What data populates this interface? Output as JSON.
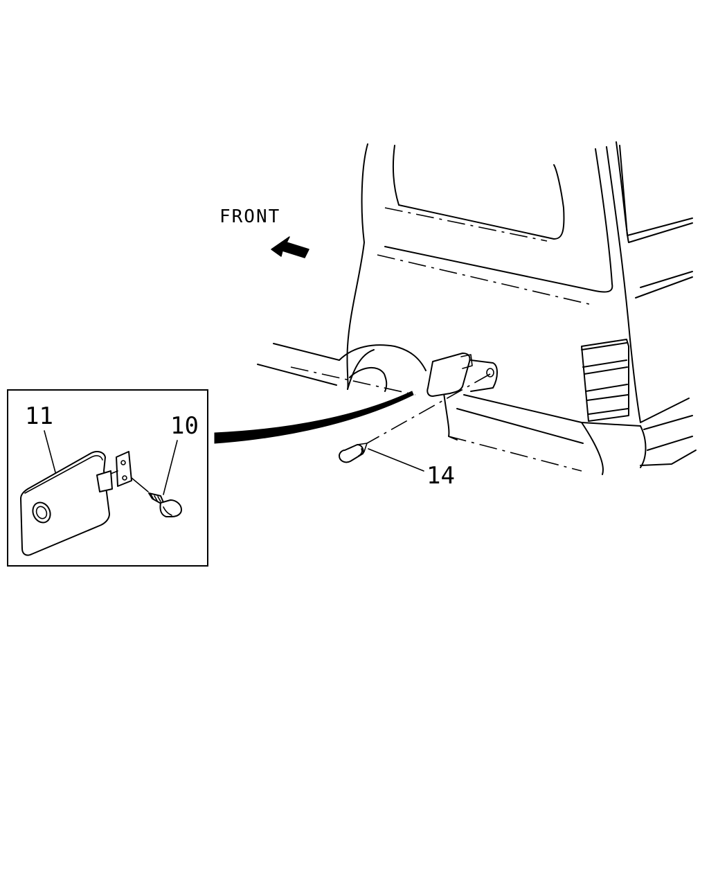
{
  "diagram": {
    "direction_label": "FRONT",
    "callouts": [
      {
        "id": "11",
        "part": "fuel-lid"
      },
      {
        "id": "10",
        "part": "bolt"
      },
      {
        "id": "14",
        "part": "opener-plug"
      }
    ],
    "colors": {
      "line": "#000000",
      "background": "#ffffff"
    }
  }
}
